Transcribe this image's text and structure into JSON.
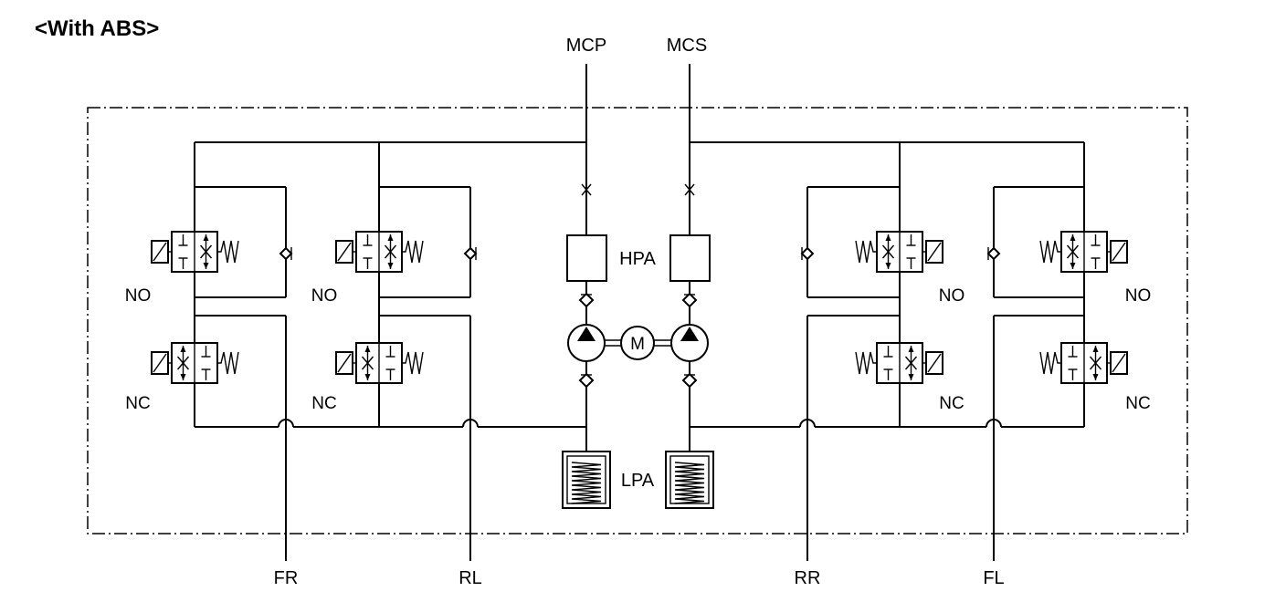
{
  "title": "<With ABS>",
  "inlets": {
    "primary": "MCP",
    "secondary": "MCS"
  },
  "outlets": [
    "FR",
    "RL",
    "RR",
    "FL"
  ],
  "valve_labels": {
    "inlet": "NO",
    "outlet": "NC"
  },
  "components": {
    "high_pressure_accumulator": "HPA",
    "low_pressure_accumulator": "LPA",
    "motor": "M"
  }
}
